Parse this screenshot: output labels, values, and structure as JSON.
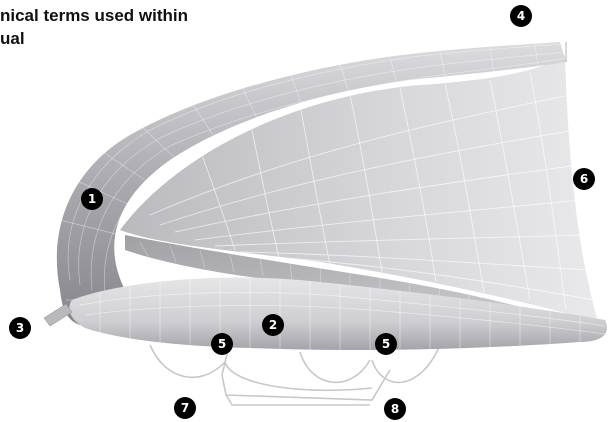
{
  "heading": {
    "line1": "nical terms used within",
    "line2": "ual"
  },
  "colors": {
    "badge_fill": "#000000",
    "badge_text": "#ffffff",
    "shell_light": "#e3e3e5",
    "shell_mid": "#c2c2c6",
    "shell_dark": "#8e8e94",
    "mesh_line": "#ffffff"
  },
  "diagram": {
    "subject": "kite",
    "callouts": [
      {
        "id": "c1",
        "label": "1"
      },
      {
        "id": "c2",
        "label": "2"
      },
      {
        "id": "c3",
        "label": "3"
      },
      {
        "id": "c4",
        "label": "4"
      },
      {
        "id": "c5a",
        "label": "5"
      },
      {
        "id": "c5b",
        "label": "5"
      },
      {
        "id": "c6",
        "label": "6"
      },
      {
        "id": "c7",
        "label": "7"
      },
      {
        "id": "c8",
        "label": "8"
      }
    ]
  }
}
